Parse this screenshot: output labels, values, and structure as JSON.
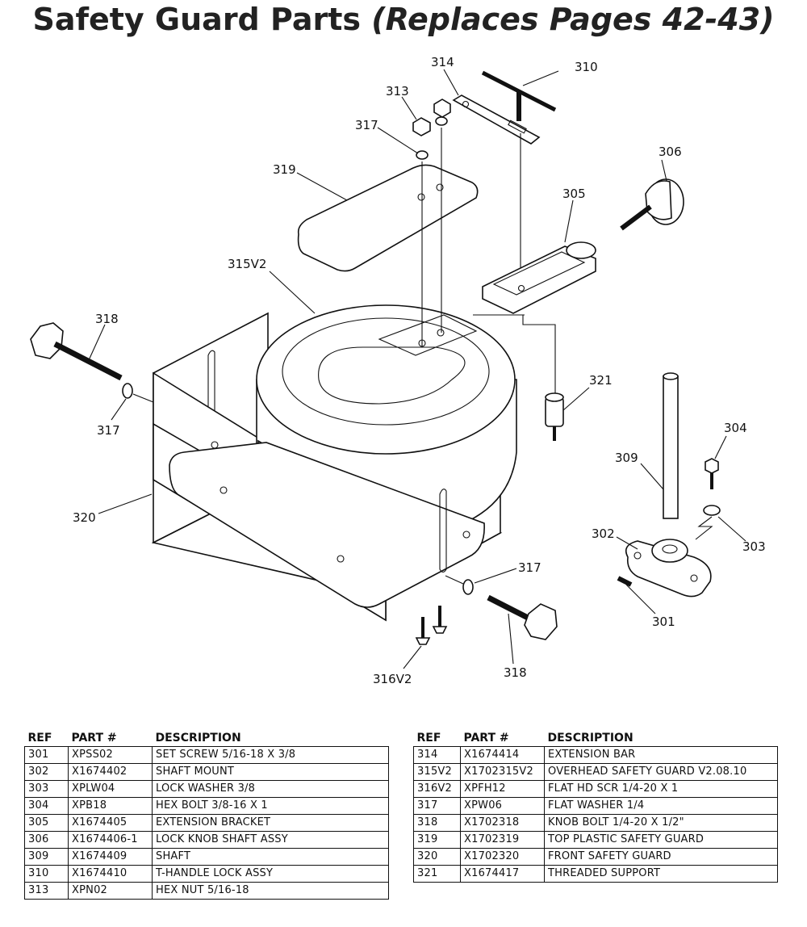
{
  "title": {
    "main": "Safety Guard Parts",
    "subtitle": "(Replaces Pages 42-43)"
  },
  "diagram": {
    "callouts": [
      {
        "id": "c310",
        "text": "310"
      },
      {
        "id": "c314",
        "text": "314"
      },
      {
        "id": "c313",
        "text": "313"
      },
      {
        "id": "c317a",
        "text": "317"
      },
      {
        "id": "c306",
        "text": "306"
      },
      {
        "id": "c319",
        "text": "319"
      },
      {
        "id": "c305",
        "text": "305"
      },
      {
        "id": "c315",
        "text": "315V2"
      },
      {
        "id": "c318a",
        "text": "318"
      },
      {
        "id": "c321",
        "text": "321"
      },
      {
        "id": "c317b",
        "text": "317"
      },
      {
        "id": "c304",
        "text": "304"
      },
      {
        "id": "c309",
        "text": "309"
      },
      {
        "id": "c320",
        "text": "320"
      },
      {
        "id": "c302",
        "text": "302"
      },
      {
        "id": "c303",
        "text": "303"
      },
      {
        "id": "c317c",
        "text": "317"
      },
      {
        "id": "c301",
        "text": "301"
      },
      {
        "id": "c318b",
        "text": "318"
      },
      {
        "id": "c316",
        "text": "316V2"
      }
    ]
  },
  "table_headers": {
    "ref": "REF",
    "part": "PART #",
    "desc": "DESCRIPTION"
  },
  "parts_left": [
    {
      "ref": "301",
      "part": "XPSS02",
      "desc": "SET SCREW 5/16-18 X 3/8"
    },
    {
      "ref": "302",
      "part": "X1674402",
      "desc": "SHAFT MOUNT"
    },
    {
      "ref": "303",
      "part": "XPLW04",
      "desc": "LOCK WASHER 3/8"
    },
    {
      "ref": "304",
      "part": "XPB18",
      "desc": "HEX BOLT 3/8-16 X 1"
    },
    {
      "ref": "305",
      "part": "X1674405",
      "desc": "EXTENSION BRACKET"
    },
    {
      "ref": "306",
      "part": "X1674406-1",
      "desc": "LOCK KNOB SHAFT ASSY"
    },
    {
      "ref": "309",
      "part": "X1674409",
      "desc": "SHAFT"
    },
    {
      "ref": "310",
      "part": "X1674410",
      "desc": "T-HANDLE LOCK ASSY"
    },
    {
      "ref": "313",
      "part": "XPN02",
      "desc": "HEX NUT 5/16-18"
    }
  ],
  "parts_right": [
    {
      "ref": "314",
      "part": "X1674414",
      "desc": "EXTENSION BAR"
    },
    {
      "ref": "315V2",
      "part": "X1702315V2",
      "desc": "OVERHEAD SAFETY GUARD V2.08.10"
    },
    {
      "ref": "316V2",
      "part": "XPFH12",
      "desc": "FLAT HD SCR 1/4-20 X 1"
    },
    {
      "ref": "317",
      "part": "XPW06",
      "desc": "FLAT WASHER 1/4"
    },
    {
      "ref": "318",
      "part": "X1702318",
      "desc": "KNOB BOLT 1/4-20 X 1/2\""
    },
    {
      "ref": "319",
      "part": "X1702319",
      "desc": "TOP PLASTIC SAFETY GUARD"
    },
    {
      "ref": "320",
      "part": "X1702320",
      "desc": "FRONT SAFETY GUARD"
    },
    {
      "ref": "321",
      "part": "X1674417",
      "desc": "THREADED SUPPORT"
    }
  ]
}
